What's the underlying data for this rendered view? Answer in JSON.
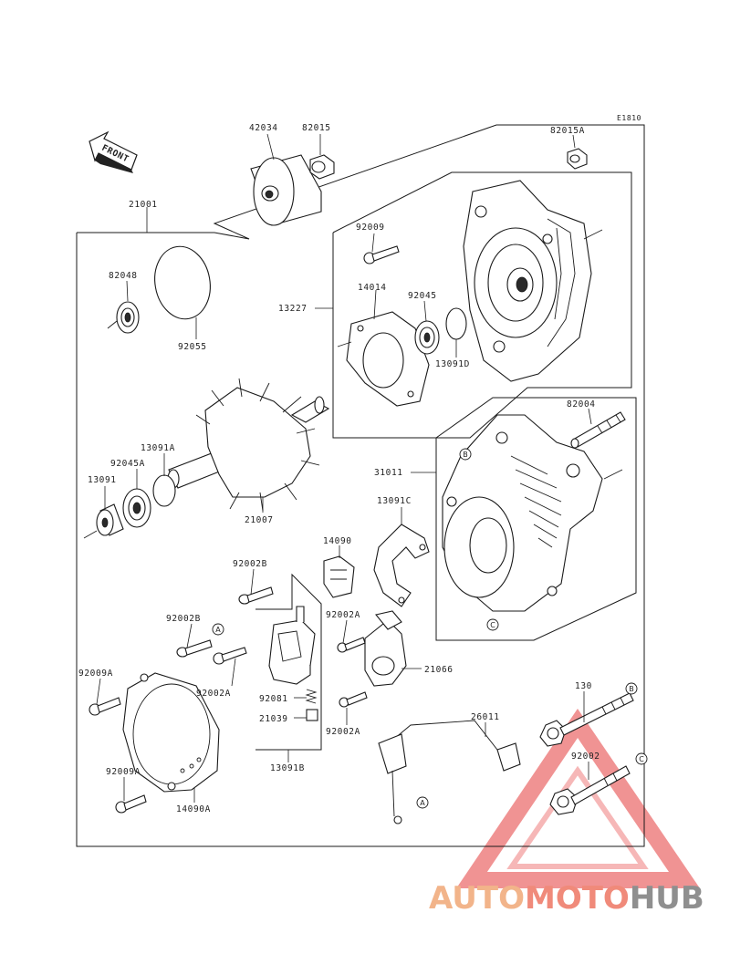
{
  "diagram_code": "E1810",
  "front_label": "FRONT",
  "parts": [
    {
      "id": "p42034",
      "number": "42034"
    },
    {
      "id": "p82015",
      "number": "82015"
    },
    {
      "id": "p82015A",
      "number": "82015A"
    },
    {
      "id": "p21001",
      "number": "21001"
    },
    {
      "id": "p92009",
      "number": "92009"
    },
    {
      "id": "p82048",
      "number": "82048"
    },
    {
      "id": "p13227",
      "number": "13227"
    },
    {
      "id": "p14014",
      "number": "14014"
    },
    {
      "id": "p92045",
      "number": "92045"
    },
    {
      "id": "p13091D",
      "number": "13091D"
    },
    {
      "id": "p92055",
      "number": "92055"
    },
    {
      "id": "p82004",
      "number": "82004"
    },
    {
      "id": "p13091A",
      "number": "13091A"
    },
    {
      "id": "p92045A",
      "number": "92045A"
    },
    {
      "id": "p31011",
      "number": "31011"
    },
    {
      "id": "p13091",
      "number": "13091"
    },
    {
      "id": "p13091C",
      "number": "13091C"
    },
    {
      "id": "p21007",
      "number": "21007"
    },
    {
      "id": "p14090",
      "number": "14090"
    },
    {
      "id": "p92002B_a",
      "number": "92002B"
    },
    {
      "id": "p92002A_a",
      "number": "92002A"
    },
    {
      "id": "p92002B_b",
      "number": "92002B"
    },
    {
      "id": "p92009A_a",
      "number": "92009A"
    },
    {
      "id": "p92002A_b",
      "number": "92002A"
    },
    {
      "id": "p21066",
      "number": "21066"
    },
    {
      "id": "p92081",
      "number": "92081"
    },
    {
      "id": "p21039",
      "number": "21039"
    },
    {
      "id": "p92002A_c",
      "number": "92002A"
    },
    {
      "id": "p26011",
      "number": "26011"
    },
    {
      "id": "p13091B",
      "number": "13091B"
    },
    {
      "id": "p130",
      "number": "130"
    },
    {
      "id": "p92002",
      "number": "92002"
    },
    {
      "id": "p92009A_b",
      "number": "92009A"
    },
    {
      "id": "p14090A",
      "number": "14090A"
    }
  ],
  "refs": {
    "a": "A",
    "b": "B",
    "c": "C"
  },
  "watermark": {
    "part1": "AUTO",
    "part2": "MOTO",
    "part3": "HUB",
    "color1": "#f2b48a",
    "color2": "#f08a7a",
    "color3": "#8f8f8f",
    "triangle_color": "#e86b6b"
  }
}
